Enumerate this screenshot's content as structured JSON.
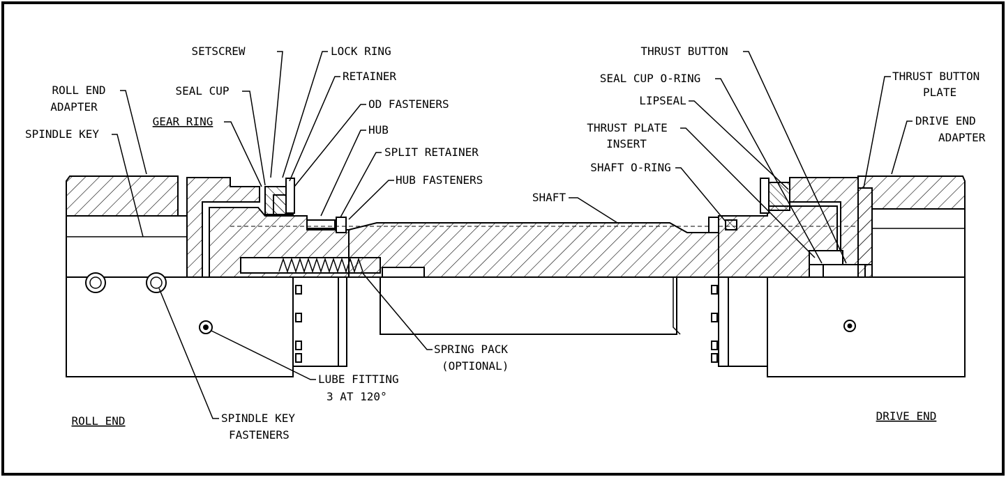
{
  "labels": {
    "setscrew": "SETSCREW",
    "lock_ring": "LOCK RING",
    "retainer": "RETAINER",
    "od_fasteners": "OD FASTENERS",
    "hub": "HUB",
    "split_retainer": "SPLIT RETAINER",
    "hub_fasteners": "HUB FASTENERS",
    "seal_cup": "SEAL CUP",
    "gear_ring": "GEAR RING",
    "roll_end_adapter_1": "ROLL END",
    "roll_end_adapter_2": "ADAPTER",
    "spindle_key": "SPINDLE KEY",
    "shaft": "SHAFT",
    "spring_pack_1": "SPRING PACK",
    "spring_pack_2": "(OPTIONAL)",
    "lube_fitting_1": "LUBE FITTING",
    "lube_fitting_2": "3 AT 120°",
    "spindle_key_fasteners_1": "SPINDLE KEY",
    "spindle_key_fasteners_2": "FASTENERS",
    "roll_end": "ROLL END",
    "thrust_button": "THRUST BUTTON",
    "seal_cup_o_ring": "SEAL CUP O-RING",
    "lipseal": "LIPSEAL",
    "thrust_plate_insert_1": "THRUST PLATE",
    "thrust_plate_insert_2": "INSERT",
    "shaft_o_ring": "SHAFT O-RING",
    "thrust_button_plate_1": "THRUST BUTTON",
    "thrust_button_plate_2": "PLATE",
    "drive_end_adapter_1": "DRIVE END",
    "drive_end_adapter_2": "ADAPTER",
    "drive_end": "DRIVE END"
  }
}
